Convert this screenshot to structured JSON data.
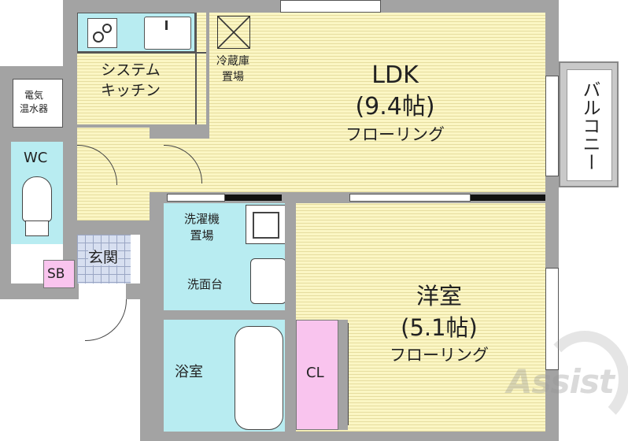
{
  "rooms": {
    "ldk": {
      "name": "LDK",
      "size": "(9.4帖)",
      "floor": "フローリング"
    },
    "western": {
      "name": "洋室",
      "size": "(5.1帖)",
      "floor": "フローリング"
    },
    "kitchen": {
      "line1": "システム",
      "line2": "キッチン"
    },
    "fridge": {
      "line1": "冷蔵庫",
      "line2": "置場"
    },
    "heater": {
      "line1": "電気",
      "line2": "温水器"
    },
    "wc": "WC",
    "entrance": "玄関",
    "sb": "SB",
    "laundry": {
      "line1": "洗濯機",
      "line2": "置場"
    },
    "washbasin": "洗面台",
    "bath": "浴室",
    "closet": "CL",
    "balcony": "バルコニー"
  },
  "watermark": {
    "logo": "Assist"
  },
  "colors": {
    "flooring": "#fbf6c4",
    "wet_area": "#b8ecf1",
    "closet": "#f9c4ee",
    "entrance_tile": "#d7dff0",
    "wall": "#a3a3a3"
  }
}
